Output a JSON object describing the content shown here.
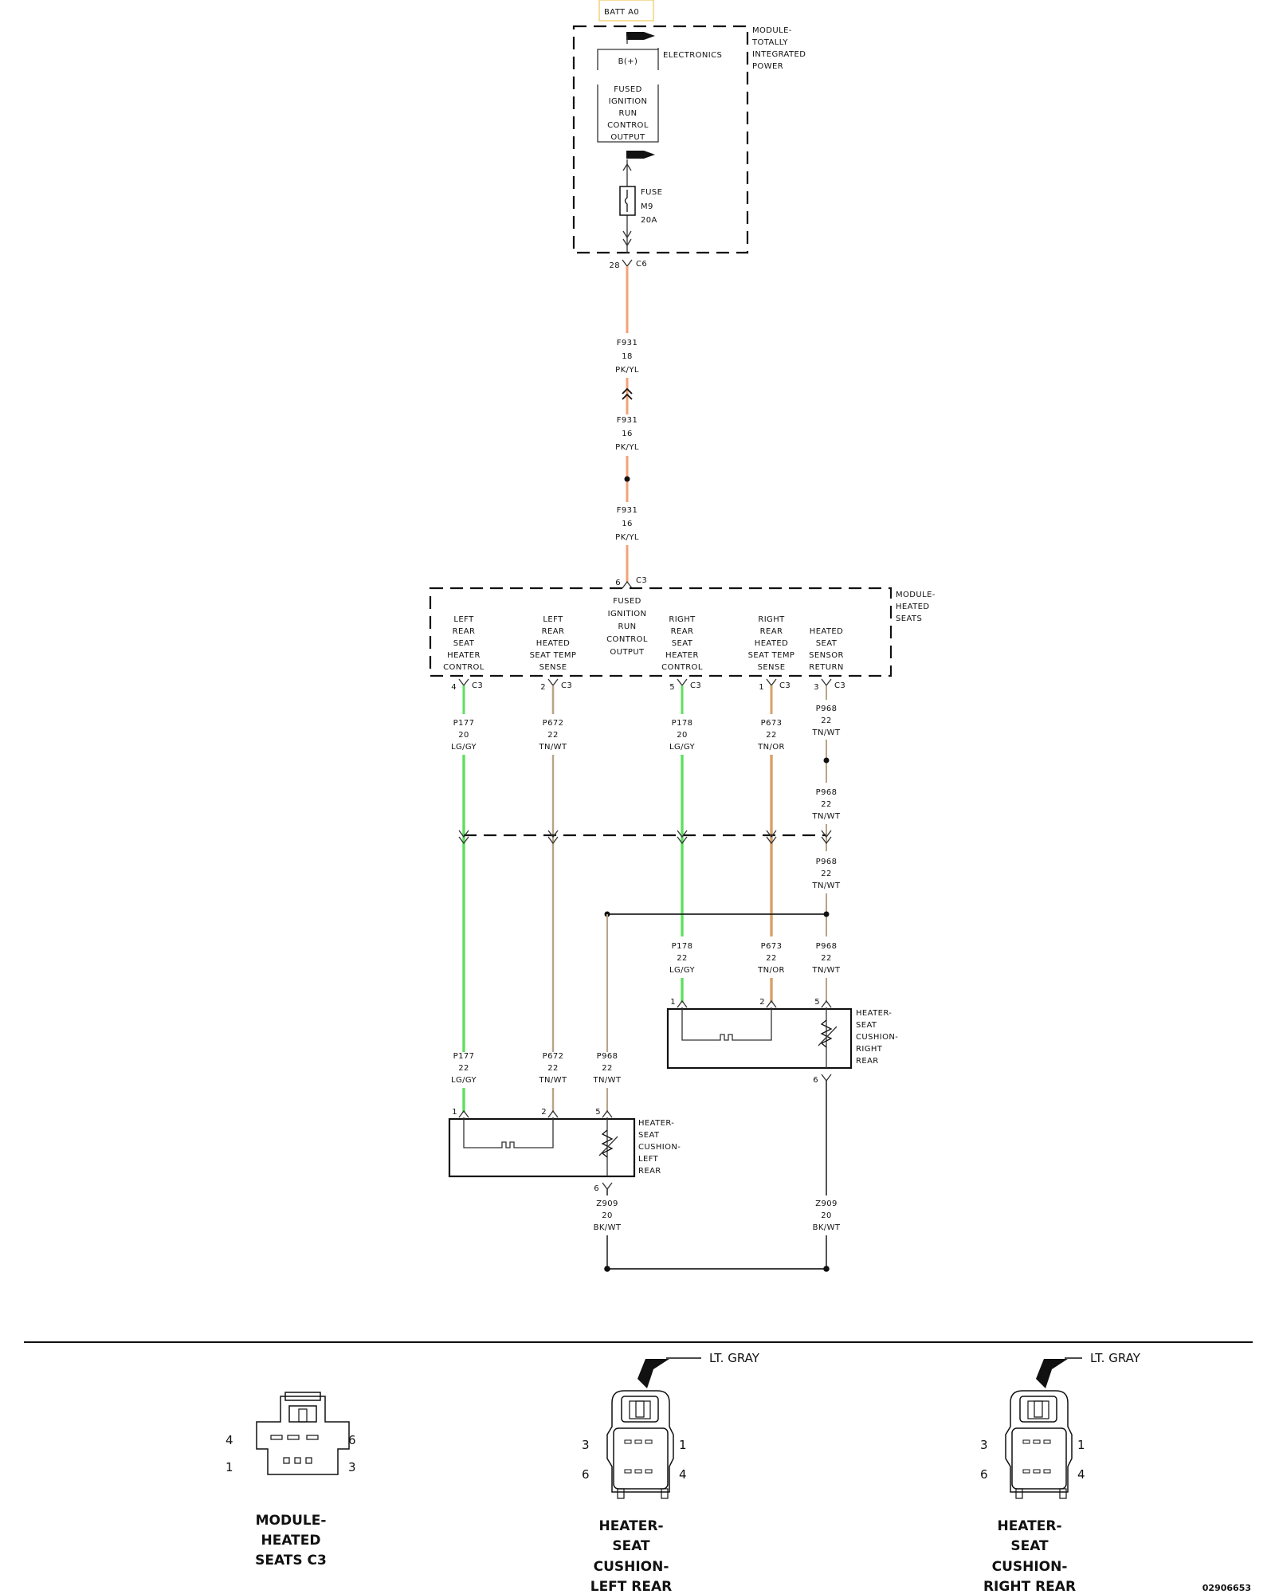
{
  "colors": {
    "pk_yl": "#f5a07a",
    "lg_gy": "#5ee05e",
    "tn_wt": "#b7a488",
    "tn_or": "#d9a066",
    "bk_wt": "#555555",
    "batt_box": "#f2d27a"
  },
  "top": {
    "batt_label": "BATT A0",
    "tipm_label": [
      "MODULE-",
      "TOTALLY",
      "INTEGRATED",
      "POWER"
    ],
    "electronics": "ELECTRONICS",
    "b_plus": "B(+)",
    "fused_output": [
      "FUSED",
      "IGNITION",
      "RUN",
      "CONTROL",
      "OUTPUT"
    ],
    "fuse": [
      "FUSE",
      "M9",
      "20A"
    ],
    "c6_pin": "28",
    "c6_name": "C6"
  },
  "feed_wire": {
    "segment1": [
      "F931",
      "18",
      "PK/YL"
    ],
    "segment2": [
      "F931",
      "16",
      "PK/YL"
    ],
    "segment3": [
      "F931",
      "16",
      "PK/YL"
    ]
  },
  "hsm": {
    "label": [
      "MODULE-",
      "HEATED",
      "SEATS"
    ],
    "feed_pin": "6",
    "feed_conn": "C3",
    "fused_output": [
      "FUSED",
      "IGNITION",
      "RUN",
      "CONTROL",
      "OUTPUT"
    ],
    "outputs": [
      {
        "name": [
          "LEFT",
          "REAR",
          "SEAT",
          "HEATER",
          "CONTROL"
        ],
        "pin": "4",
        "conn": "C3"
      },
      {
        "name": [
          "LEFT",
          "REAR",
          "HEATED",
          "SEAT TEMP",
          "SENSE"
        ],
        "pin": "2",
        "conn": "C3"
      },
      {
        "name": [
          "RIGHT",
          "REAR",
          "SEAT",
          "HEATER",
          "CONTROL"
        ],
        "pin": "5",
        "conn": "C3"
      },
      {
        "name": [
          "RIGHT",
          "REAR",
          "HEATED",
          "SEAT TEMP",
          "SENSE"
        ],
        "pin": "1",
        "conn": "C3"
      },
      {
        "name": [
          "HEATED",
          "SEAT",
          "SENSOR",
          "RETURN"
        ],
        "pin": "3",
        "conn": "C3"
      }
    ]
  },
  "wires": {
    "p177_upper": [
      "P177",
      "20",
      "LG/GY"
    ],
    "p672_upper": [
      "P672",
      "22",
      "TN/WT"
    ],
    "p178_upper": [
      "P178",
      "20",
      "LG/GY"
    ],
    "p673_upper": [
      "P673",
      "22",
      "TN/OR"
    ],
    "p968_a": [
      "P968",
      "22",
      "TN/WT"
    ],
    "p968_b": [
      "P968",
      "22",
      "TN/WT"
    ],
    "p968_c": [
      "P968",
      "22",
      "TN/WT"
    ],
    "p178_lower": [
      "P178",
      "22",
      "LG/GY"
    ],
    "p673_lower": [
      "P673",
      "22",
      "TN/OR"
    ],
    "p968_d": [
      "P968",
      "22",
      "TN/WT"
    ],
    "p177_lower": [
      "P177",
      "22",
      "LG/GY"
    ],
    "p672_lower": [
      "P672",
      "22",
      "TN/WT"
    ],
    "p968_e": [
      "P968",
      "22",
      "TN/WT"
    ],
    "z909_left": [
      "Z909",
      "20",
      "BK/WT"
    ],
    "z909_right": [
      "Z909",
      "20",
      "BK/WT"
    ]
  },
  "right_cushion": {
    "label": [
      "HEATER-",
      "SEAT",
      "CUSHION-",
      "RIGHT",
      "REAR"
    ],
    "pins": [
      "1",
      "2",
      "5",
      "6"
    ]
  },
  "left_cushion": {
    "label": [
      "HEATER-",
      "SEAT",
      "CUSHION-",
      "LEFT",
      "REAR"
    ],
    "pins": [
      "1",
      "2",
      "5",
      "6"
    ]
  },
  "connector_views": {
    "hsm_c3": {
      "caption": [
        "MODULE-",
        "HEATED",
        "SEATS C3"
      ],
      "pins": [
        "4",
        "6",
        "1",
        "3"
      ]
    },
    "left_rear": {
      "caption": [
        "HEATER-",
        "SEAT",
        "CUSHION-",
        "LEFT REAR"
      ],
      "pins": [
        "3",
        "1",
        "6",
        "4"
      ],
      "color_label": "LT. GRAY"
    },
    "right_rear": {
      "caption": [
        "HEATER-",
        "SEAT",
        "CUSHION-",
        "RIGHT REAR"
      ],
      "pins": [
        "3",
        "1",
        "6",
        "4"
      ],
      "color_label": "LT. GRAY"
    }
  },
  "figure_id": "02906653"
}
